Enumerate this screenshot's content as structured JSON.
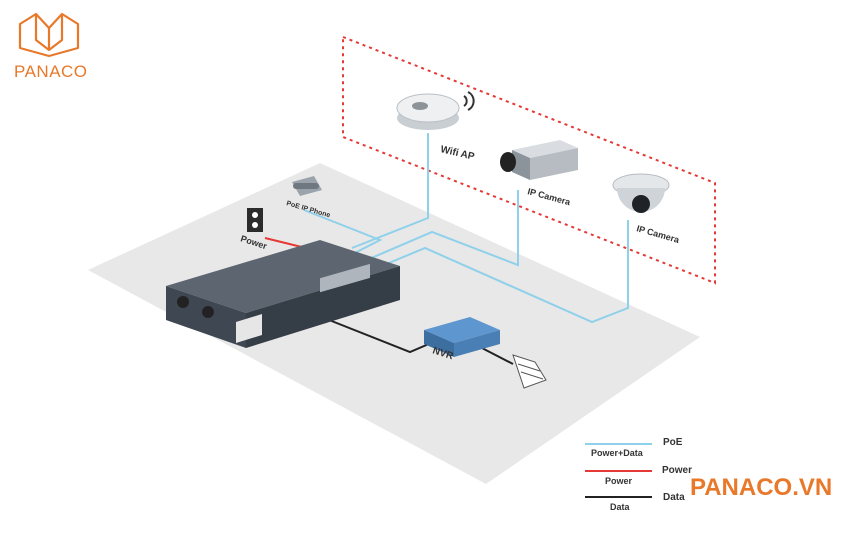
{
  "brand": {
    "name": "PANACO",
    "site": "PANACO.VN",
    "color": "#e8792b"
  },
  "devices": {
    "wifi_ap": "Wifi AP",
    "camera_box": "IP Camera",
    "camera_dome": "IP Camera",
    "phone": "PoE IP Phone",
    "power": "Power",
    "nvr": "NVR"
  },
  "legend": [
    {
      "name": "PoE",
      "sub": "Power+Data",
      "color": "#8fd0ea"
    },
    {
      "name": "Power",
      "sub": "Power",
      "color": "#e53935"
    },
    {
      "name": "Data",
      "sub": "Data",
      "color": "#222222"
    }
  ],
  "colors": {
    "poe": "#8fd0ea",
    "power": "#e53935",
    "data": "#222222",
    "zone": "#e53935",
    "floor": "#e7e7e7",
    "switch": "#3f4852",
    "nvr": "#4a7fb5"
  }
}
